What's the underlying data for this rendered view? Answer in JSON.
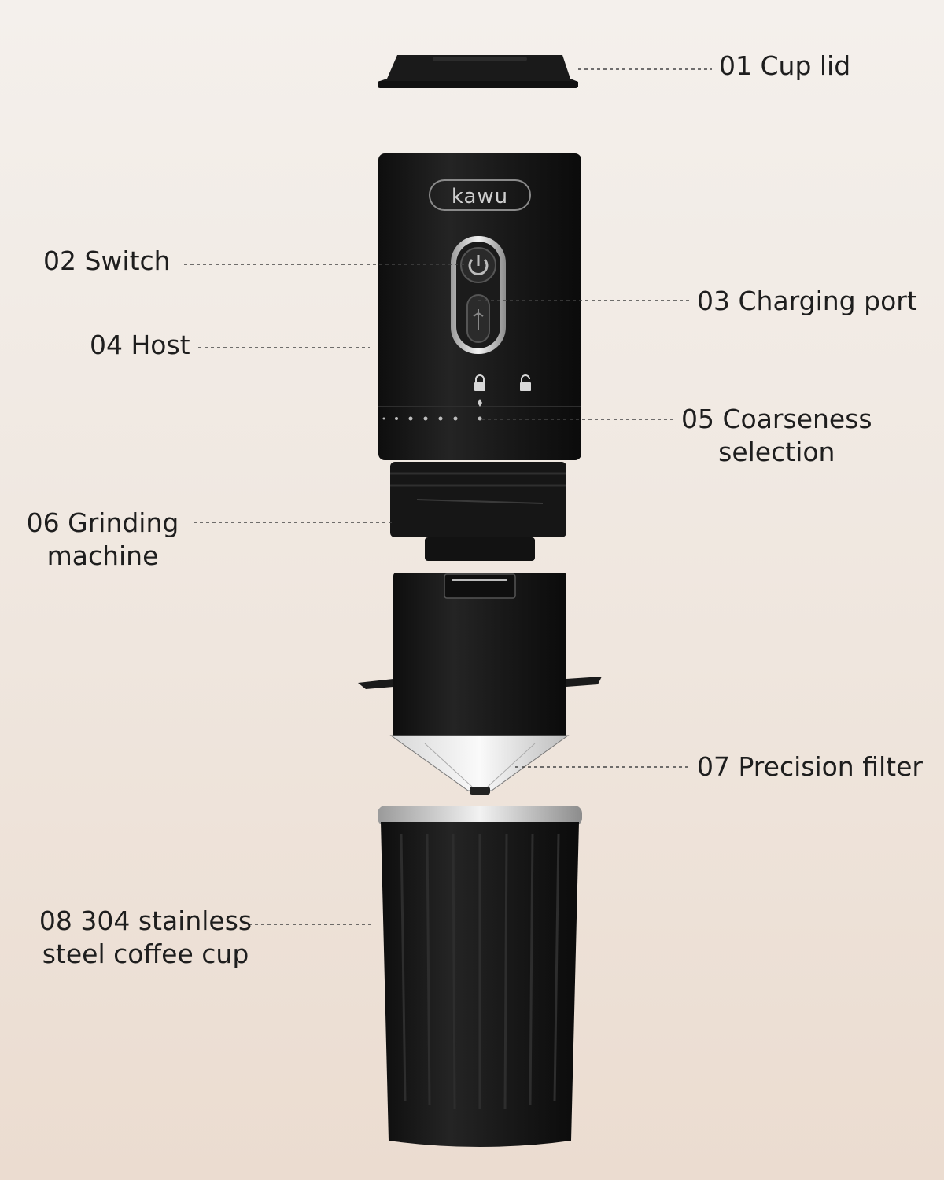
{
  "brand": "kawu",
  "callouts": [
    {
      "id": "cup-lid",
      "lines": [
        "01 Cup lid"
      ]
    },
    {
      "id": "switch",
      "lines": [
        "02 Switch"
      ]
    },
    {
      "id": "charging-port",
      "lines": [
        "03 Charging port"
      ]
    },
    {
      "id": "host",
      "lines": [
        "04 Host"
      ]
    },
    {
      "id": "coarseness-selection",
      "lines": [
        "05 Coarseness",
        "selection"
      ]
    },
    {
      "id": "grinding-machine",
      "lines": [
        "06 Grinding",
        "machine"
      ]
    },
    {
      "id": "precision-filter",
      "lines": [
        "07 Precision filter"
      ]
    },
    {
      "id": "coffee-cup",
      "lines": [
        "08 304 stainless",
        "steel coffee cup"
      ]
    }
  ],
  "colors": {
    "body": "#151515",
    "body_highlight": "#2a2a2a",
    "text": "#1e1e1e",
    "leader": "#444444",
    "steel": "#c8c8c8"
  },
  "icons": [
    "power-icon",
    "usb-icon",
    "lock-icon",
    "unlock-icon"
  ]
}
